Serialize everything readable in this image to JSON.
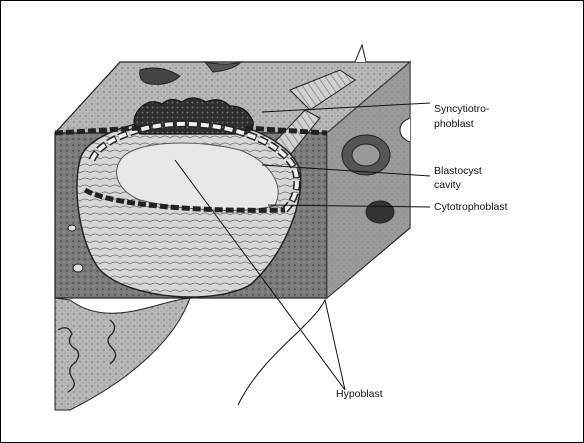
{
  "labels": {
    "syncytiotrophoblast_line1": "Syncytiotro-",
    "syncytiotrophoblast_line2": "phoblast",
    "blastocyst_cavity_line1": "Blastocyst",
    "blastocyst_cavity_line2": "cavity",
    "cytotrophoblast": "Cytotrophoblast",
    "hypoblast": "Hypoblast"
  },
  "colors": {
    "tissue_block": "#6e6e6e",
    "block_side": "#8a8a8a",
    "blastocyst": "#cfcfcf",
    "syncytium_dark": "#2e2e2e",
    "line": "#111111"
  }
}
